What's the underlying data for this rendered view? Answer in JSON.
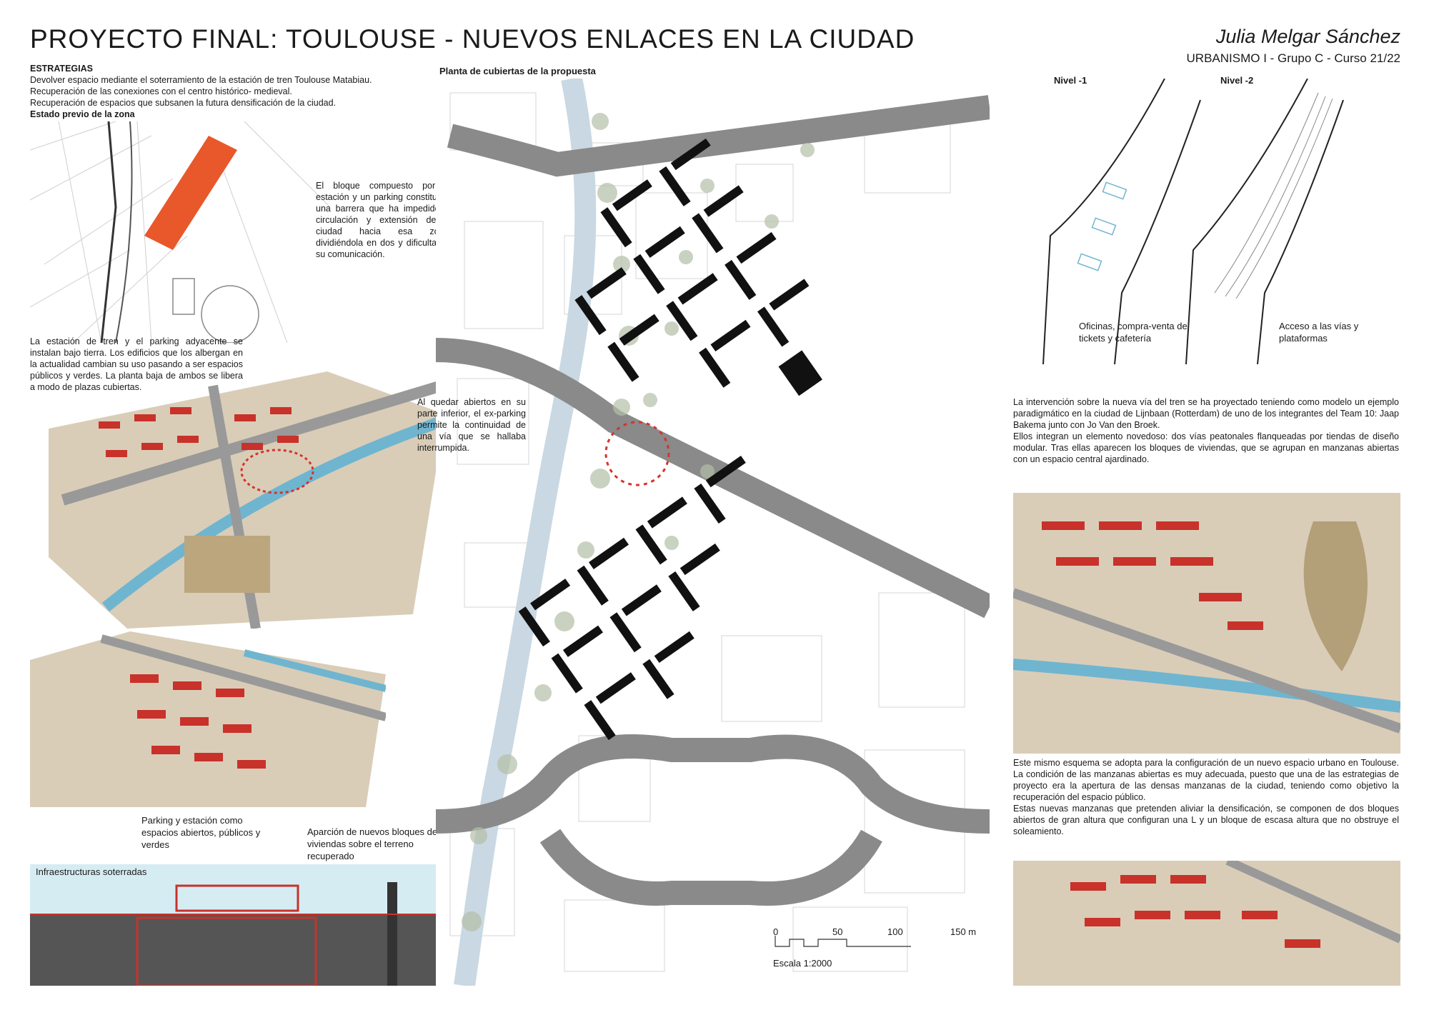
{
  "header": {
    "title": "PROYECTO FINAL: TOULOUSE - NUEVOS ENLACES EN LA CIUDAD",
    "author": "Julia Melgar Sánchez",
    "course": "URBANISMO I - Grupo C - Curso 21/22"
  },
  "left": {
    "strategies_heading": "ESTRATEGIAS",
    "strategies": [
      "Devolver espacio mediante el soterramiento de la estación de tren Toulouse Matabiau.",
      "Recuperación de las conexiones con el centro histórico- medieval.",
      "Recuperación de espacios que subsanen la futura densificación de la ciudad."
    ],
    "previous_heading": "Estado previo de la zona",
    "barrier_text": "El bloque compuesto por la estación y un parking constituyen una barrera que ha impedido la circulación y extensión de la ciudad hacia esa zona, dividiéndola en dos y dificultando su comunicación.",
    "underground_text": "La estación de tren y el parking adyacente se instalan bajo tierra. Los edificios que los albergan en la actualidad cambian su uso pasando a ser espacios públicos y verdes. La planta baja de ambos se libera a modo de plazas cubiertas.",
    "parking_text": "Al quedar abiertos en su parte inferior, el ex-parking permite la continuidad de una vía que se hallaba interrumpida.",
    "section_labels": {
      "parking": "Parking y estación como espacios abiertos, públicos y verdes",
      "housing": "Aparción de nuevos bloques de viviendas sobre el terreno recuperado",
      "infra": "Infraestructuras soterradas"
    }
  },
  "plan": {
    "title": "Planta de cubiertas de la propuesta",
    "scale_ticks": [
      "0",
      "50",
      "100",
      "150 m"
    ],
    "scale_label": "Escala 1:2000"
  },
  "right": {
    "level1": "Nivel -1",
    "level2": "Nivel -2",
    "level1_caption": "Oficinas, compra-venta de tickets y cafetería",
    "level2_caption": "Acceso a las vías y plataformas",
    "text1": "La intervención sobre la nueva vía del tren se ha proyectado teniendo como modelo un ejemplo paradigmático en la ciudad de Lijnbaan (Rotterdam) de uno de los integrantes del Team 10: Jaap Bakema junto con Jo Van den Broek.",
    "text2": "Ellos integran un elemento novedoso: dos vías peatonales flanqueadas por tiendas de diseño modular. Tras ellas aparecen los bloques de viviendas, que se agrupan en manzanas abiertas con un espacio central ajardinado.",
    "text3": "Este mismo esquema se adopta para la configuración de un nuevo espacio urbano en Toulouse. La condición de las manzanas abiertas es muy adecuada, puesto que una de las estrategias de proyecto era la apertura de las densas manzanas de la ciudad, teniendo como objetivo la recuperación del espacio público.",
    "text4": "Estas nuevas manzanas que pretenden aliviar la densificación, se componen de dos bloques abiertos de gran altura que configuran una L y un bloque de escasa altura que no obstruye el soleamiento."
  },
  "colors": {
    "orange": "#e8582a",
    "red": "#c8322a",
    "river": "#6fb5d0",
    "road": "#8a8a8a",
    "tree": "#a9b79c"
  }
}
